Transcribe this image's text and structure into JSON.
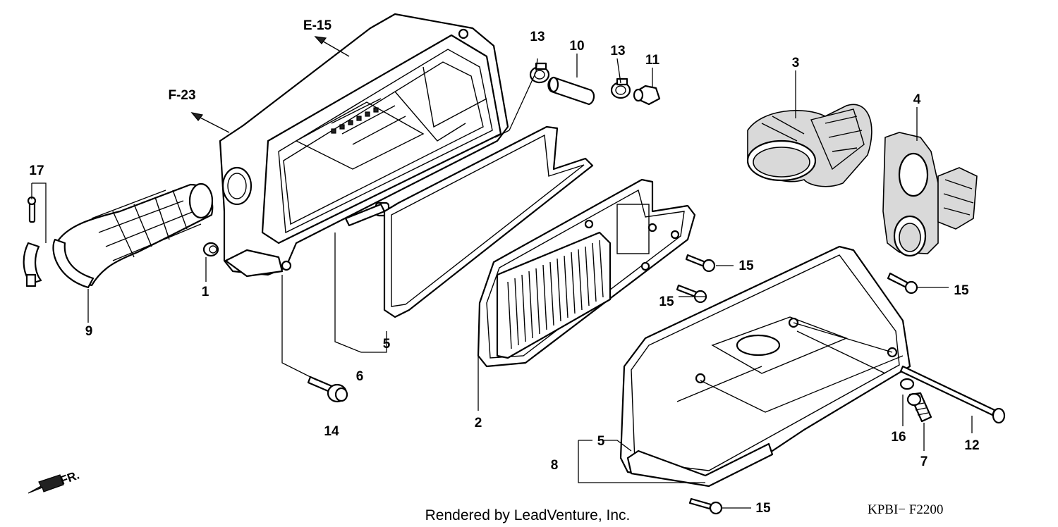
{
  "labels": {
    "p1": "1",
    "p2": "2",
    "p3": "3",
    "p4": "4",
    "p5a": "5",
    "p5b": "5",
    "p6": "6",
    "p7": "7",
    "p8": "8",
    "p9": "9",
    "p10": "10",
    "p11": "11",
    "p12": "12",
    "p13a": "13",
    "p13b": "13",
    "p14": "14",
    "p15a": "15",
    "p15b": "15",
    "p15c": "15",
    "p15d": "15",
    "p16": "16",
    "p17": "17"
  },
  "refs": {
    "e15": "E-15",
    "f23": "F-23"
  },
  "direction": "FR.",
  "credit": "Rendered by LeadVenture, Inc.",
  "diagram_code": "KPBI−  F2200"
}
